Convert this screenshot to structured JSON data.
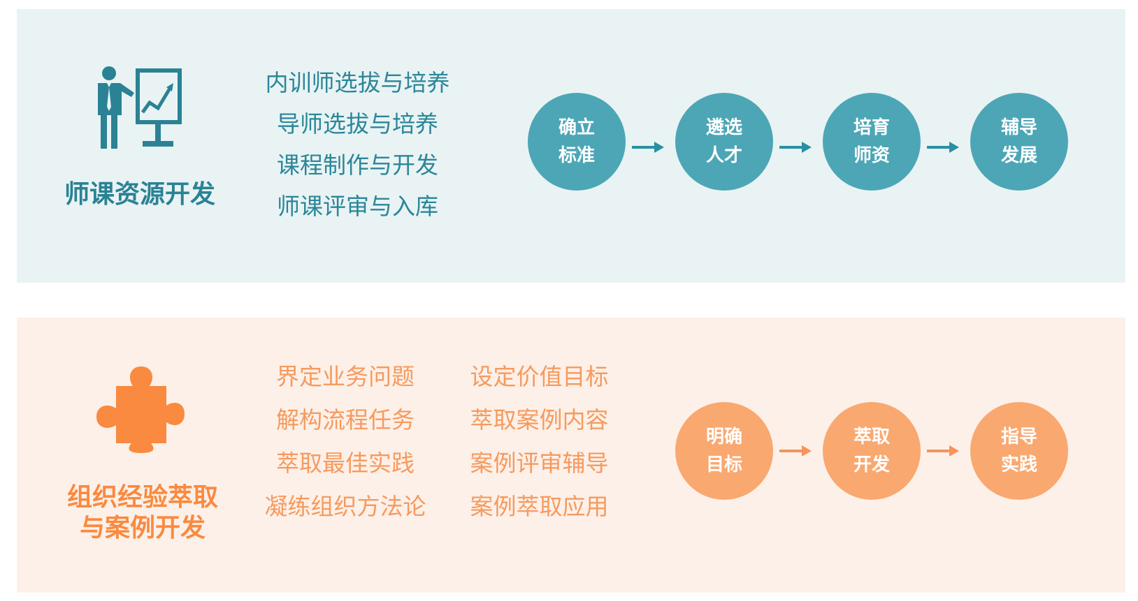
{
  "colors": {
    "teal_title": "#2a8294",
    "teal_circle": "#4da6b6",
    "teal_arrow": "#2890a4",
    "teal_list": "#2b8698",
    "teal_bg": "#e9f3f4",
    "orange_title": "#f98a3f",
    "orange_circle": "#f9a870",
    "orange_arrow": "#f7935a",
    "orange_list": "#f69a5e",
    "orange_bg": "#fdf0e8"
  },
  "sections": [
    {
      "icon": "presenter-chart-icon",
      "title_lines": [
        "师课资源开发"
      ],
      "list_columns": [
        [
          "内训师选拔与培养",
          "导师选拔与培养",
          "课程制作与开发",
          "师课评审与入库"
        ]
      ],
      "steps": [
        [
          "确立",
          "标准"
        ],
        [
          "遴选",
          "人才"
        ],
        [
          "培育",
          "师资"
        ],
        [
          "辅导",
          "发展"
        ]
      ]
    },
    {
      "icon": "puzzle-piece-icon",
      "title_lines": [
        "组织经验萃取",
        "与案例开发"
      ],
      "list_columns": [
        [
          "界定业务问题",
          "解构流程任务",
          "萃取最佳实践",
          "凝练组织方法论"
        ],
        [
          "设定价值目标",
          "萃取案例内容",
          "案例评审辅导",
          "案例萃取应用"
        ]
      ],
      "steps": [
        [
          "明确",
          "目标"
        ],
        [
          "萃取",
          "开发"
        ],
        [
          "指导",
          "实践"
        ]
      ]
    }
  ]
}
